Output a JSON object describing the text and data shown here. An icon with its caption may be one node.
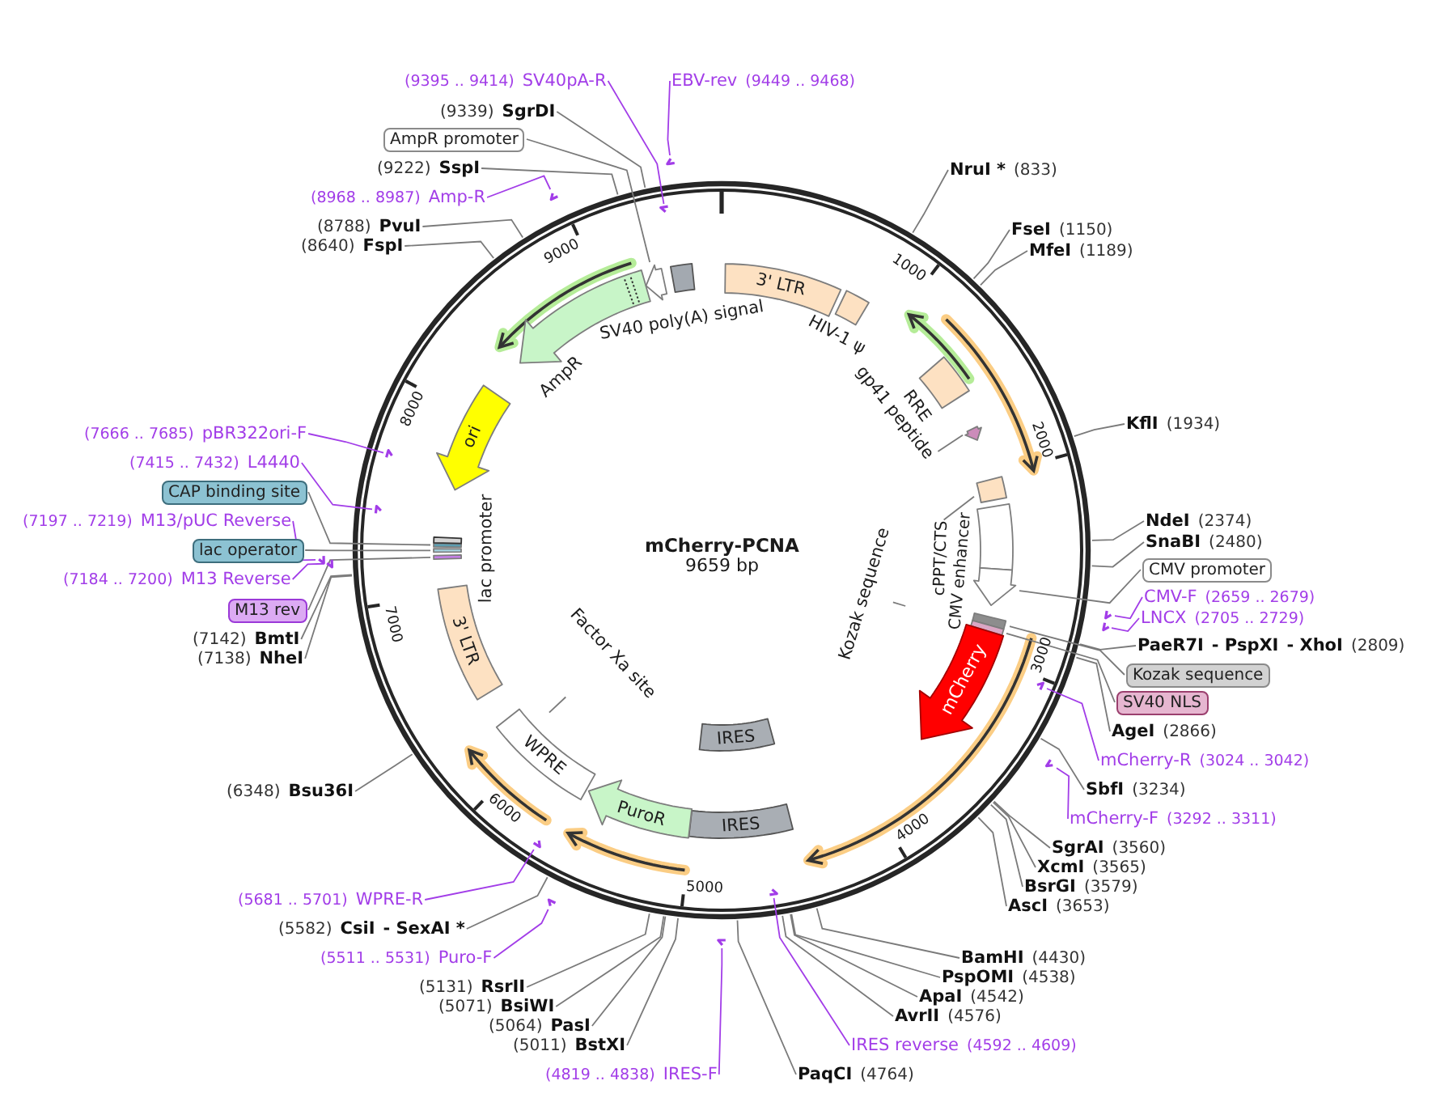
{
  "diagram": {
    "title": "mCherry-PCNA",
    "nodes": [
      {
        "text": [
          "NruI *",
          "(833)"
        ]
      },
      {
        "text": [
          "FseI",
          "(1150)"
        ]
      },
      {
        "text": [
          "MfeI",
          "(1189)"
        ]
      },
      {
        "text": [
          "KflI",
          "(1934)"
        ]
      },
      {
        "text": [
          "NdeI",
          "(2374)"
        ]
      },
      {
        "text": [
          "SnaBI",
          "(2480)"
        ]
      },
      {
        "text": [
          "CMV promoter"
        ]
      },
      {
        "text": [
          "CMV-F",
          "(2659 .. 2679)"
        ]
      },
      {
        "text": [
          "LNCX",
          "(2705 .. 2729)"
        ]
      },
      {
        "text": [
          "PaeR7I",
          "- PspXI",
          "- XhoI",
          "(2809)"
        ]
      },
      {
        "text": [
          "Kozak sequence"
        ]
      },
      {
        "text": [
          "SV40 NLS"
        ]
      },
      {
        "text": [
          "AgeI",
          "(2866)"
        ]
      },
      {
        "text": [
          "mCherry-R",
          "(3024 .. 3042)"
        ]
      },
      {
        "text": [
          "SbfI",
          "(3234)"
        ]
      },
      {
        "text": [
          "mCherry-F",
          "(3292 .. 3311)"
        ]
      },
      {
        "text": [
          "SgrAI",
          "(3560)"
        ]
      },
      {
        "text": [
          "XcmI",
          "(3565)"
        ]
      },
      {
        "text": [
          "BsrGI",
          "(3579)"
        ]
      },
      {
        "text": [
          "AscI",
          "(3653)"
        ]
      },
      {
        "text": [
          "BamHI",
          "(4430)"
        ]
      },
      {
        "text": [
          "PspOMI",
          "(4538)"
        ]
      },
      {
        "text": [
          "ApaI",
          "(4542)"
        ]
      },
      {
        "text": [
          "AvrII",
          "(4576)"
        ]
      },
      {
        "text": [
          "IRES reverse",
          "(4592 .. 4609)"
        ]
      },
      {
        "text": [
          "PaqCI",
          "(4764)"
        ]
      },
      {
        "text": [
          "(4819 .. 4838)",
          "IRES-F"
        ]
      },
      {
        "text": [
          "(5011)",
          "BstXI"
        ]
      },
      {
        "text": [
          "(5064)",
          "PasI"
        ]
      },
      {
        "text": [
          "(5071)",
          "BsiWI"
        ]
      },
      {
        "text": [
          "(5131)",
          "RsrII"
        ]
      },
      {
        "text": [
          "(5511 .. 5531)",
          "Puro-F"
        ]
      },
      {
        "text": [
          "(5582)",
          "CsiI",
          "- SexAI *"
        ]
      },
      {
        "text": [
          "(5681 .. 5701)",
          "WPRE-R"
        ]
      },
      {
        "text": [
          "(6348)",
          "Bsu36I"
        ]
      },
      {
        "text": [
          "(7138)",
          "NheI"
        ]
      },
      {
        "text": [
          "(7142)",
          "BmtI"
        ]
      },
      {
        "text": [
          "M13 rev"
        ]
      },
      {
        "text": [
          "(7184 .. 7200)",
          "M13 Reverse"
        ]
      },
      {
        "text": [
          "lac operator"
        ]
      },
      {
        "text": [
          "(7197 .. 7219)",
          "M13/pUC Reverse"
        ]
      },
      {
        "text": [
          "CAP binding site"
        ]
      },
      {
        "text": [
          "(7415 .. 7432)",
          "L4440"
        ]
      },
      {
        "text": [
          "(7666 .. 7685)",
          "pBR322ori-F"
        ]
      },
      {
        "text": [
          "(8640)",
          "FspI"
        ]
      },
      {
        "text": [
          "(8788)",
          "PvuI"
        ]
      },
      {
        "text": [
          "(8968 .. 8987)",
          "Amp-R"
        ]
      },
      {
        "text": [
          "(9222)",
          "SspI"
        ]
      },
      {
        "text": [
          "AmpR promoter"
        ]
      },
      {
        "text": [
          "(9339)",
          "SgrDI"
        ]
      },
      {
        "text": [
          "(9395 .. 9414)",
          "SV40pA-R"
        ]
      },
      {
        "text": [
          "EBV-rev",
          "(9449 .. 9468)"
        ]
      },
      {
        "text": [
          "3' LTR"
        ]
      },
      {
        "text": [],
        "shape": "box",
        "beside": [
          "HIV-1 ψ"
        ]
      },
      {
        "text": [],
        "shape": "box",
        "beside": [
          "RRE"
        ]
      },
      {
        "text": [],
        "shape": "arrow"
      },
      {
        "text": [
          "gp41 peptide"
        ]
      },
      {
        "text": [],
        "shape": "box"
      },
      {
        "text": [
          "cPPT/CTS"
        ]
      },
      {
        "text": [],
        "shape": "box",
        "beside": [
          "CMV enhancer"
        ]
      },
      {
        "text": [],
        "shape": "arrow"
      },
      {
        "text": [],
        "shape": "bar"
      },
      {
        "text": [],
        "shape": "bar"
      },
      {
        "text": [
          "mCherry"
        ]
      },
      {
        "text": [
          "Kozak sequence"
        ]
      },
      {
        "text": [
          "IRES"
        ]
      },
      {
        "text": [
          "IRES"
        ]
      },
      {
        "text": [
          "PuroR"
        ]
      },
      {
        "text": [
          "WPRE"
        ]
      },
      {
        "text": [
          "Factor Xa site"
        ]
      },
      {
        "text": [
          "3' LTR"
        ]
      },
      {
        "text": [],
        "shape": "bar"
      },
      {
        "text": [],
        "shape": "bar"
      },
      {
        "text": [],
        "shape": "bar"
      },
      {
        "text": [],
        "shape": "bar"
      },
      {
        "text": [
          "ori"
        ]
      },
      {
        "text": [],
        "shape": "arrow",
        "beside": [
          "AmpR"
        ]
      },
      {
        "text": [],
        "shape": "arrow"
      },
      {
        "text": [],
        "shape": "box",
        "beside": [
          "SV40 poly(A) signal"
        ]
      },
      {
        "text": [],
        "shape": "arrow"
      },
      {
        "text": [],
        "shape": "arrow"
      },
      {
        "text": [],
        "shape": "arrow"
      },
      {
        "text": [],
        "shape": "arrow"
      },
      {
        "text": [],
        "shape": "arrow"
      },
      {
        "text": [],
        "shape": "arrow"
      },
      {
        "text": [],
        "shape": "arrow"
      },
      {
        "text": [],
        "shape": "arrow"
      },
      {
        "text": [],
        "shape": "arrow"
      },
      {
        "text": [],
        "shape": "arrow"
      },
      {
        "text": [],
        "shape": "arrow"
      },
      {
        "text": [],
        "shape": "arrow"
      },
      {
        "text": [],
        "shape": "arrow"
      },
      {
        "text": [],
        "shape": "arrow"
      },
      {
        "text": [],
        "shape": "arrow"
      }
    ],
    "edges": [
      {
        "from": 0,
        "to": null,
        "arrow": "none"
      },
      {
        "from": 1,
        "to": null,
        "arrow": "none"
      },
      {
        "from": 2,
        "to": null,
        "arrow": "none"
      },
      {
        "from": 3,
        "to": null,
        "arrow": "none"
      },
      {
        "from": 4,
        "to": null,
        "arrow": "none"
      },
      {
        "from": 5,
        "to": null,
        "arrow": "none"
      },
      {
        "from": 6,
        "to": 60,
        "arrow": "none"
      },
      {
        "from": 7,
        "to": 79,
        "arrow": "none",
        "color": "#a23de8"
      },
      {
        "from": 8,
        "to": 80,
        "arrow": "none",
        "color": "#a23de8"
      },
      {
        "from": 9,
        "to": null,
        "arrow": "none"
      },
      {
        "from": 10,
        "to": 61,
        "arrow": "none"
      },
      {
        "from": 11,
        "to": 62,
        "arrow": "none"
      },
      {
        "from": 12,
        "to": null,
        "arrow": "none"
      },
      {
        "from": 13,
        "to": 81,
        "arrow": "none",
        "color": "#a23de8"
      },
      {
        "from": 14,
        "to": null,
        "arrow": "none"
      },
      {
        "from": 15,
        "to": 82,
        "arrow": "none",
        "color": "#a23de8"
      },
      {
        "from": 16,
        "to": null,
        "arrow": "none"
      },
      {
        "from": 17,
        "to": null,
        "arrow": "none"
      },
      {
        "from": 18,
        "to": null,
        "arrow": "none"
      },
      {
        "from": 19,
        "to": null,
        "arrow": "none"
      },
      {
        "from": 20,
        "to": null,
        "arrow": "none"
      },
      {
        "from": 21,
        "to": null,
        "arrow": "none"
      },
      {
        "from": 22,
        "to": null,
        "arrow": "none"
      },
      {
        "from": 23,
        "to": null,
        "arrow": "none"
      },
      {
        "from": 24,
        "to": 83,
        "arrow": "none",
        "color": "#a23de8"
      },
      {
        "from": 25,
        "to": null,
        "arrow": "none"
      },
      {
        "from": 26,
        "to": 84,
        "arrow": "none",
        "color": "#a23de8"
      },
      {
        "from": 27,
        "to": null,
        "arrow": "none"
      },
      {
        "from": 28,
        "to": null,
        "arrow": "none"
      },
      {
        "from": 29,
        "to": null,
        "arrow": "none"
      },
      {
        "from": 30,
        "to": null,
        "arrow": "none"
      },
      {
        "from": 31,
        "to": 85,
        "arrow": "none",
        "color": "#a23de8"
      },
      {
        "from": 32,
        "to": null,
        "arrow": "none"
      },
      {
        "from": 33,
        "to": 86,
        "arrow": "none",
        "color": "#a23de8"
      },
      {
        "from": 34,
        "to": null,
        "arrow": "none"
      },
      {
        "from": 35,
        "to": null,
        "arrow": "none"
      },
      {
        "from": 36,
        "to": null,
        "arrow": "none"
      },
      {
        "from": 37,
        "to": 71,
        "arrow": "none"
      },
      {
        "from": 38,
        "to": 87,
        "arrow": "none",
        "color": "#a23de8"
      },
      {
        "from": 39,
        "to": 72,
        "arrow": "none"
      },
      {
        "from": 40,
        "to": 88,
        "arrow": "none",
        "color": "#a23de8"
      },
      {
        "from": 41,
        "to": 73,
        "arrow": "none"
      },
      {
        "from": 42,
        "to": 89,
        "arrow": "none",
        "color": "#a23de8"
      },
      {
        "from": 43,
        "to": 90,
        "arrow": "none",
        "color": "#a23de8"
      },
      {
        "from": 44,
        "to": null,
        "arrow": "none"
      },
      {
        "from": 45,
        "to": null,
        "arrow": "none"
      },
      {
        "from": 46,
        "to": 91,
        "arrow": "none",
        "color": "#a23de8"
      },
      {
        "from": 47,
        "to": null,
        "arrow": "none"
      },
      {
        "from": 48,
        "to": 77,
        "arrow": "none"
      },
      {
        "from": 49,
        "to": null,
        "arrow": "none"
      },
      {
        "from": 50,
        "to": 92,
        "arrow": "none",
        "color": "#a23de8"
      },
      {
        "from": 51,
        "to": 93,
        "arrow": "none",
        "color": "#a23de8"
      },
      {
        "from": 56,
        "to": 55,
        "arrow": "none"
      },
      {
        "from": 58,
        "to": 57,
        "arrow": "none"
      },
      {
        "from": 64,
        "to": null,
        "arrow": "none"
      },
      {
        "from": 69,
        "to": null,
        "arrow": "none"
      }
    ],
    "labels": [
      "9659 bp",
      "1000",
      "2000",
      "3000",
      "4000",
      "5000",
      "6000",
      "7000",
      "8000",
      "9000",
      "lac promoter"
    ]
  }
}
